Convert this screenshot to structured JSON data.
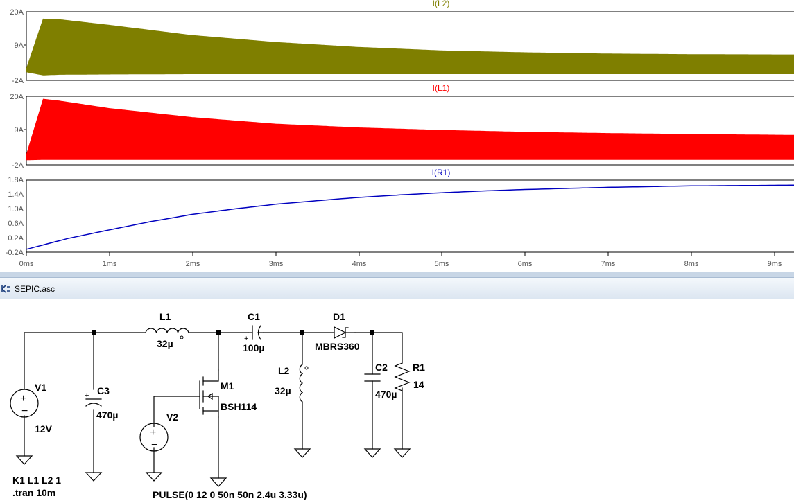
{
  "waveform_window": {
    "panes": [
      {
        "name": "I(L2)",
        "color": "#7f7f00",
        "ticks": [
          "20A",
          "9A",
          "-2A"
        ]
      },
      {
        "name": "I(L1)",
        "color": "#ff0000",
        "ticks": [
          "20A",
          "9A",
          "-2A"
        ]
      },
      {
        "name": "I(R1)",
        "color": "#0000bf",
        "ticks": [
          "1.8A",
          "1.4A",
          "1.0A",
          "0.6A",
          "0.2A",
          "-0.2A"
        ]
      }
    ],
    "x_ticks": [
      "0ms",
      "1ms",
      "2ms",
      "3ms",
      "4ms",
      "5ms",
      "6ms",
      "7ms",
      "8ms",
      "9ms"
    ]
  },
  "chart_data": {
    "type": "line",
    "x_unit": "ms",
    "x_range": [
      0,
      9.25
    ],
    "series": [
      {
        "name": "I(L2)",
        "kind": "envelope",
        "ylim": [
          -2,
          20
        ],
        "x": [
          0,
          0.2,
          0.4,
          1,
          2,
          3,
          4,
          5,
          6,
          7,
          8,
          9.25
        ],
        "upper": [
          2,
          17.8,
          17.6,
          15.8,
          12.5,
          10.3,
          8.7,
          7.6,
          7.0,
          6.6,
          6.4,
          6.3
        ],
        "lower": [
          0.6,
          -0.4,
          -0.2,
          -0.1,
          0.0,
          0.0,
          0.0,
          0.0,
          0.0,
          0.0,
          0.0,
          0.0
        ]
      },
      {
        "name": "I(L1)",
        "kind": "envelope",
        "ylim": [
          -2,
          20
        ],
        "x": [
          0,
          0.2,
          0.4,
          1,
          2,
          3,
          4,
          5,
          6,
          7,
          8,
          9.25
        ],
        "upper": [
          1.5,
          19.2,
          18.6,
          16.2,
          13.3,
          11.2,
          10.0,
          9.2,
          8.6,
          8.2,
          7.9,
          7.6
        ],
        "lower": [
          -0.5,
          -0.4,
          -0.4,
          -0.4,
          -0.4,
          -0.4,
          -0.4,
          -0.4,
          -0.4,
          -0.4,
          -0.4,
          -0.4
        ]
      },
      {
        "name": "I(R1)",
        "kind": "line",
        "ylim": [
          -0.2,
          1.8
        ],
        "x": [
          0,
          0.5,
          1,
          1.5,
          2,
          2.5,
          3,
          3.5,
          4,
          4.5,
          5,
          5.5,
          6,
          7,
          8,
          9.25
        ],
        "values": [
          -0.12,
          0.18,
          0.42,
          0.65,
          0.85,
          1.0,
          1.13,
          1.23,
          1.32,
          1.39,
          1.45,
          1.5,
          1.54,
          1.6,
          1.64,
          1.66
        ]
      }
    ]
  },
  "tab": {
    "title": "SEPIC.asc",
    "icon": "schematic-tab-icon"
  },
  "schematic": {
    "components": {
      "V1": {
        "name": "V1",
        "value": "12V"
      },
      "C3": {
        "name": "C3",
        "value": "470µ"
      },
      "L1": {
        "name": "L1",
        "value": "32µ"
      },
      "C1": {
        "name": "C1",
        "value": "100µ"
      },
      "D1": {
        "name": "D1",
        "value": "MBRS360"
      },
      "L2": {
        "name": "L2",
        "value": "32µ"
      },
      "C2": {
        "name": "C2",
        "value": "470µ"
      },
      "R1": {
        "name": "R1",
        "value": "14"
      },
      "M1": {
        "name": "M1",
        "value": "BSH114"
      },
      "V2": {
        "name": "V2",
        "value": "PULSE(0 12 0 50n 50n 2.4u 3.33u)"
      }
    },
    "directives": [
      "K1 L1 L2 1",
      ".tran 10m"
    ]
  }
}
